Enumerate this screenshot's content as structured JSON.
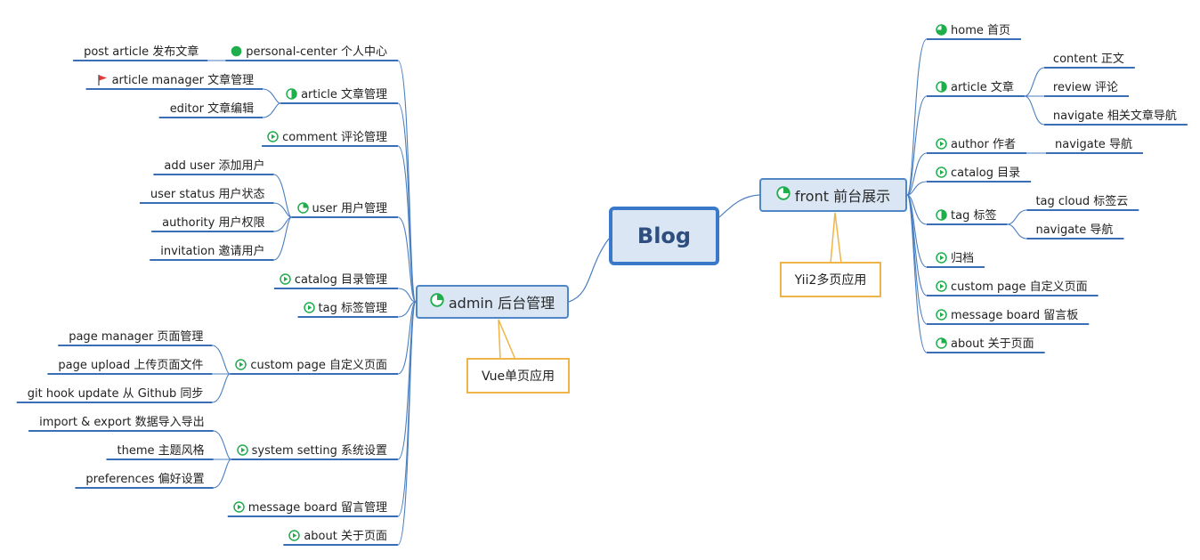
{
  "central": {
    "label": "Blog"
  },
  "admin": {
    "label": "admin 后台管理",
    "callout": "Vue单页应用",
    "children": [
      {
        "label": "personal-center 个人中心",
        "icon": "progress-full-icon",
        "children": [
          {
            "label": "post article 发布文章",
            "icon": ""
          }
        ]
      },
      {
        "label": "article 文章管理",
        "icon": "progress-half-icon",
        "children": [
          {
            "label": "article manager 文章管理",
            "icon": "flag-icon"
          },
          {
            "label": "editor 文章编辑",
            "icon": ""
          }
        ]
      },
      {
        "label": "comment 评论管理",
        "icon": "play-icon",
        "children": []
      },
      {
        "label": "user 用户管理",
        "icon": "progress-quarter-icon",
        "children": [
          {
            "label": "add user 添加用户",
            "icon": ""
          },
          {
            "label": "user status 用户状态",
            "icon": ""
          },
          {
            "label": "authority 用户权限",
            "icon": ""
          },
          {
            "label": "invitation 邀请用户",
            "icon": ""
          }
        ]
      },
      {
        "label": "catalog 目录管理",
        "icon": "play-icon",
        "children": []
      },
      {
        "label": "tag 标签管理",
        "icon": "play-icon",
        "children": []
      },
      {
        "label": "custom page 自定义页面",
        "icon": "play-icon",
        "children": [
          {
            "label": "page manager 页面管理",
            "icon": ""
          },
          {
            "label": "page upload 上传页面文件",
            "icon": ""
          },
          {
            "label": "git hook update 从 Github 同步",
            "icon": ""
          }
        ]
      },
      {
        "label": "system setting 系统设置",
        "icon": "play-icon",
        "children": [
          {
            "label": "import & export 数据导入导出",
            "icon": ""
          },
          {
            "label": "theme 主题风格",
            "icon": ""
          },
          {
            "label": "preferences 偏好设置",
            "icon": ""
          }
        ]
      },
      {
        "label": "message board 留言管理",
        "icon": "play-icon",
        "children": []
      },
      {
        "label": "about 关于页面",
        "icon": "play-icon",
        "children": []
      }
    ]
  },
  "front": {
    "label": "front  前台展示",
    "callout": "Yii2多页应用",
    "children": [
      {
        "label": "home 首页",
        "icon": "progress-threequarter-icon",
        "children": []
      },
      {
        "label": "article 文章",
        "icon": "progress-half-icon",
        "children": [
          {
            "label": "content 正文",
            "icon": ""
          },
          {
            "label": "review 评论",
            "icon": ""
          },
          {
            "label": "navigate 相关文章导航",
            "icon": ""
          }
        ]
      },
      {
        "label": "author 作者",
        "icon": "play-icon",
        "children": [
          {
            "label": "navigate 导航",
            "icon": ""
          }
        ]
      },
      {
        "label": "catalog 目录",
        "icon": "play-icon",
        "children": []
      },
      {
        "label": "tag 标签",
        "icon": "progress-half-icon",
        "children": [
          {
            "label": "tag cloud 标签云",
            "icon": ""
          },
          {
            "label": "navigate 导航",
            "icon": ""
          }
        ]
      },
      {
        "label": "归档",
        "icon": "play-icon",
        "children": []
      },
      {
        "label": "custom page 自定义页面",
        "icon": "play-icon",
        "children": []
      },
      {
        "label": "message board 留言板",
        "icon": "play-icon",
        "children": []
      },
      {
        "label": "about 关于页面",
        "icon": "progress-quarter-icon",
        "children": []
      }
    ]
  },
  "colors": {
    "line": "#4a7fc0",
    "underline": "#3b6fb5",
    "icon_green": "#1fae4b",
    "flag_red": "#e03a3a",
    "callout_border": "#f0b54a",
    "node_fill": "#dbe6f5"
  }
}
